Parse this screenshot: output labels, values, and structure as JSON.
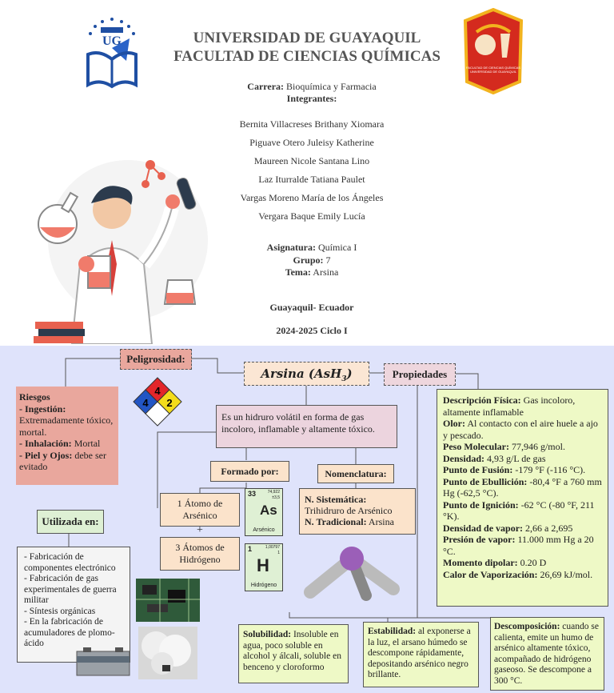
{
  "header": {
    "university": "UNIVERSIDAD DE GUAYAQUIL",
    "faculty": "FACULTAD DE CIENCIAS QUÍMICAS",
    "faculty_logo_text": "FACULTAD DE CIENCIAS QUÍMICAS UNIVERSIDAD DE GUAYAQUIL"
  },
  "cover": {
    "career_label": "Carrera:",
    "career_value": "Bioquímica y Farmacia",
    "members_label": "Integrantes:",
    "members": [
      "Bernita Villacreses Brithany Xiomara",
      "Piguave Otero Juleisy Katherine",
      "Maureen Nicole Santana Lino",
      "Laz Iturralde Tatiana Paulet",
      "Vargas Moreno María de los Ángeles",
      "Vergara Baque Emily Lucía"
    ],
    "subject_label": "Asignatura:",
    "subject_value": "Química I",
    "group_label": "Grupo:",
    "group_value": "7",
    "topic_label": "Tema:",
    "topic_value": "Arsina",
    "place": "Guayaquil- Ecuador",
    "period": "2024-2025 Ciclo I"
  },
  "map": {
    "title_main": "Arsina (AsH",
    "title_sub": "3",
    "title_close": ")",
    "hazard_label": "Peligrosidad:",
    "hazard_diamond": {
      "top": "4",
      "left": "4",
      "right": "2",
      "bottom": ""
    },
    "properties_label": "Propiedades",
    "definition": "Es un hidruro volátil en forma de gas incoloro, inflamable y altamente tóxico.",
    "risks": {
      "heading": "Riesgos",
      "items": [
        {
          "label": "- Ingestión:",
          "value": "Extremadamente tóxico, mortal."
        },
        {
          "label": "- Inhalación:",
          "value": "Mortal"
        },
        {
          "label": "- Piel y Ojos:",
          "value": "debe ser evitado"
        }
      ]
    },
    "formed_label": "Formado por:",
    "formed_1": "1 Átomo de Arsénico",
    "formed_plus": "+",
    "formed_2": "3 Átomos de Hidrógeno",
    "as_tile": {
      "number": "33",
      "mass": "74,922",
      "ox": "±3,5",
      "symbol": "As",
      "name": "Arsénico"
    },
    "h_tile": {
      "number": "1",
      "mass": "1,00797",
      "ox": "1",
      "symbol": "H",
      "name": "Hidrógeno"
    },
    "nomenclature_label": "Nomenclatura:",
    "nomenclature": [
      {
        "label": "N. Sistemática:",
        "value": "Trihidruro de Arsénico"
      },
      {
        "label": "N. Tradicional:",
        "value": "Arsina"
      }
    ],
    "used_label": "Utilizada en:",
    "uses": [
      "- Fabricación de componentes electrónico",
      "- Fabricación de gas experimentales de guerra militar",
      "- Síntesis orgánicas",
      "- En la fabricación de acumuladores de plomo-ácido"
    ],
    "props": [
      {
        "label": "Descripción Física:",
        "value": "Gas incoloro, altamente inflamable"
      },
      {
        "label": "Olor:",
        "value": "Al contacto con el aire huele a ajo y pescado."
      },
      {
        "label": "Peso Molecular:",
        "value": "77,946 g/mol."
      },
      {
        "label": "Densidad:",
        "value": "4,93 g/L de gas"
      },
      {
        "label": "Punto de Fusión:",
        "value": "-179 °F (-116 °C)."
      },
      {
        "label": "Punto de Ebullición:",
        "value": "-80,4 °F a 760 mm Hg (-62,5 °C)."
      },
      {
        "label": "Punto de Ignición:",
        "value": "-62 °C (-80 °F, 211 °K)."
      },
      {
        "label": "Densidad de vapor:",
        "value": "2,66 a 2,695"
      },
      {
        "label": "Presión de vapor:",
        "value": "11.000 mm Hg a 20 °C."
      },
      {
        "label": "Momento dipolar:",
        "value": "0.20 D"
      },
      {
        "label": "Calor de Vaporización:",
        "value": "26,69 kJ/mol."
      }
    ],
    "solubility": {
      "label": "Solubilidad:",
      "value": "Insoluble en agua, poco soluble en alcohol y álcali, soluble en benceno y cloroformo"
    },
    "stability": {
      "label": "Estabilidad:",
      "value": "al exponerse a la luz, el arsano húmedo se descompone rápidamente, depositando arsénico negro brillante."
    },
    "decomposition": {
      "label": "Descomposición:",
      "value": "cuando se calienta, emite un humo de arsénico altamente tóxico, acompañado de hidrógeno gaseoso. Se descompone a 300 °C."
    }
  }
}
